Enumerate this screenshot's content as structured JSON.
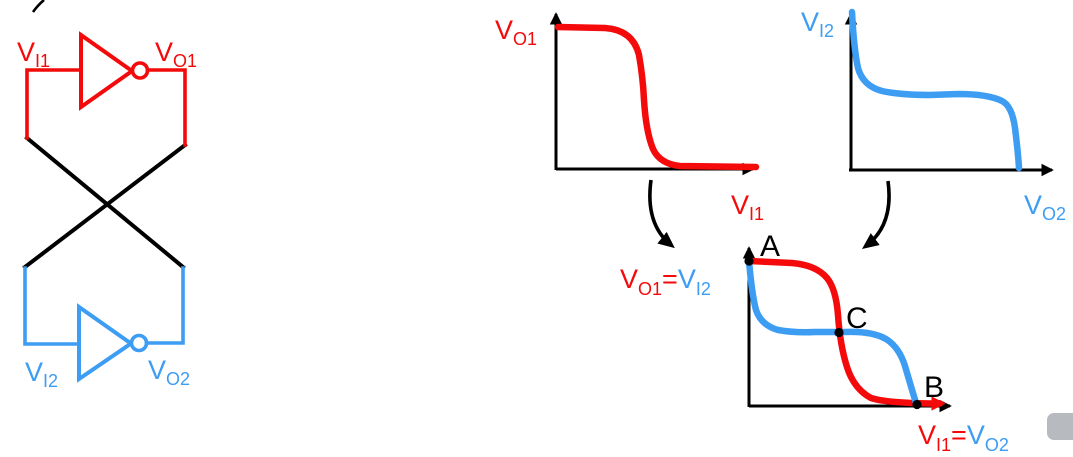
{
  "colors": {
    "red": "#f40a0a",
    "blue": "#3d9df3",
    "black": "#000000",
    "thumb_gray": "#b7bbc0"
  },
  "circuit": {
    "inverter1": {
      "input": {
        "base": "V",
        "sub": "I1"
      },
      "output": {
        "base": "V",
        "sub": "O1"
      }
    },
    "inverter2": {
      "input": {
        "base": "V",
        "sub": "I2"
      },
      "output": {
        "base": "V",
        "sub": "O2"
      }
    }
  },
  "plot_vtc1": {
    "ylabel": {
      "base": "V",
      "sub": "O1"
    },
    "xlabel": {
      "base": "V",
      "sub": "I1"
    }
  },
  "plot_vtc2": {
    "ylabel": {
      "base": "V",
      "sub": "I2"
    },
    "xlabel": {
      "base": "V",
      "sub": "O2"
    }
  },
  "plot_butterfly": {
    "ylabel": {
      "red_base": "V",
      "red_sub": "O1",
      "equals": "=",
      "blue_base": "V",
      "blue_sub": "I2"
    },
    "xlabel": {
      "red_base": "V",
      "red_sub": "I1",
      "equals": "=",
      "blue_base": "V",
      "blue_sub": "O2"
    },
    "points": {
      "a": "A",
      "b": "B",
      "c": "C"
    }
  }
}
